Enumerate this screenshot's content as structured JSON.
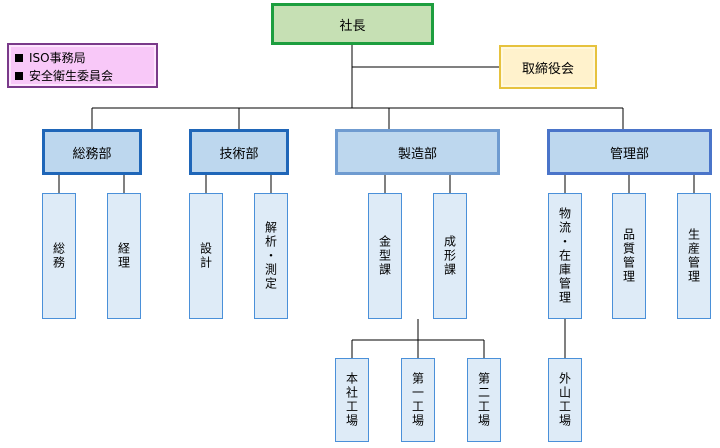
{
  "president": "社長",
  "board": "取締役会",
  "legend": {
    "items": [
      "ISO事務局",
      "安全衛生委員会"
    ]
  },
  "departments": {
    "general_affairs": {
      "label": "総務部",
      "sections": [
        "総務",
        "経理"
      ]
    },
    "technology": {
      "label": "技術部",
      "sections": [
        "設計",
        "解析・測定"
      ]
    },
    "manufacturing": {
      "label": "製造部",
      "sections": [
        "金型課",
        "成形課"
      ],
      "plants": [
        "本社工場",
        "第一工場",
        "第二工場"
      ]
    },
    "management": {
      "label": "管理部",
      "sections": [
        "物流・在庫管理",
        "品質管理",
        "生産管理"
      ],
      "plants": [
        "外山工場"
      ]
    }
  }
}
